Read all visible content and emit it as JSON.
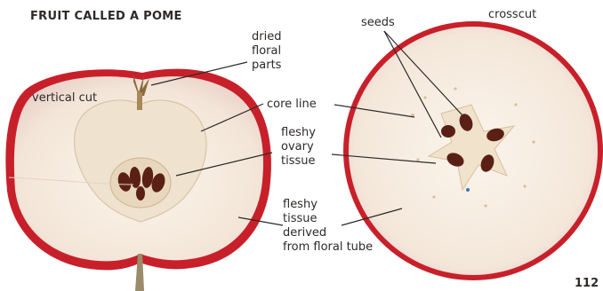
{
  "title": "FRUIT CALLED A POME",
  "labels": {
    "vertical_cut": "vertical cut",
    "crosscut": "crosscut",
    "seeds": "seeds",
    "dried_floral_parts": [
      "dried",
      "floral",
      "parts"
    ],
    "core_line": "core line",
    "fleshy_ovary_tissue": [
      "fleshy",
      "ovary",
      "tissue"
    ],
    "fleshy_tissue_floral_tube": [
      "fleshy",
      "tissue",
      "derived",
      "from floral tube"
    ]
  },
  "page_number": "112",
  "colors": {
    "skin_red": "#c8202a",
    "flesh": "#f6ece0",
    "core": "#efe2cf",
    "seed": "#5a2016",
    "text": "#2d2a28"
  }
}
